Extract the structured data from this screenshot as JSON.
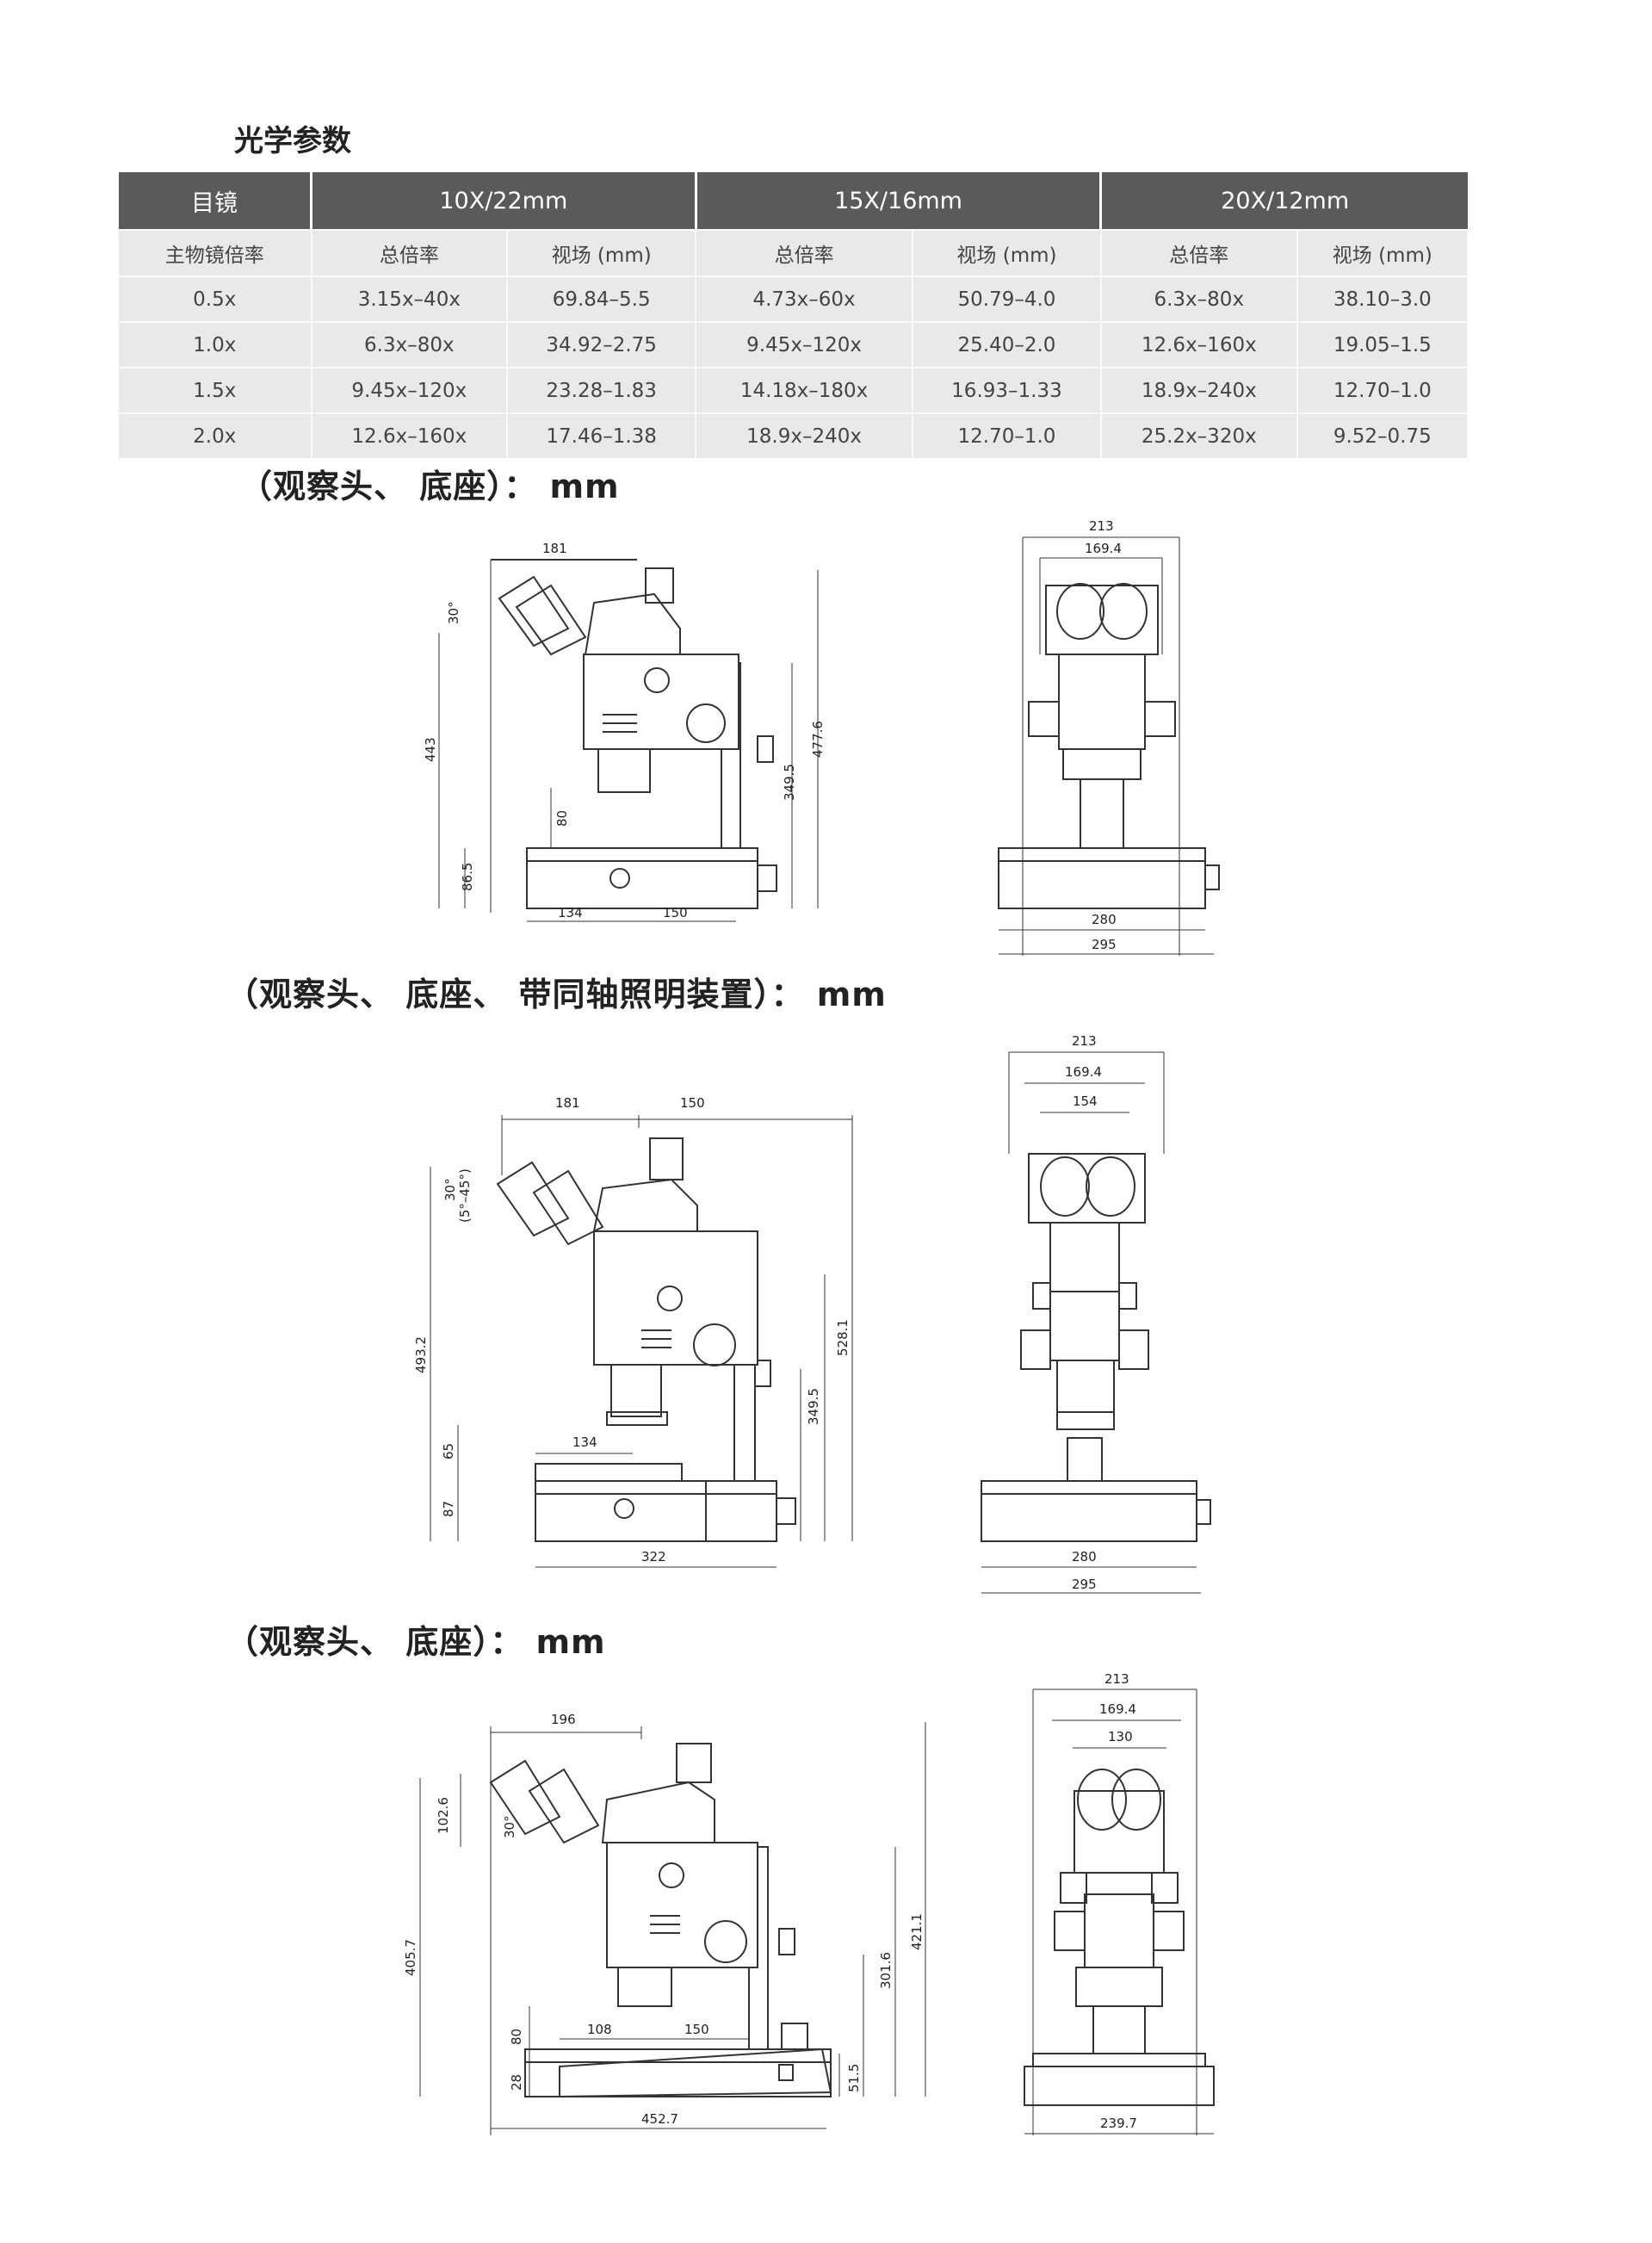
{
  "heading": "光学参数",
  "table": {
    "header": [
      "目镜",
      "10X/22mm",
      "15X/16mm",
      "20X/12mm"
    ],
    "subheader": [
      "主物镜倍率",
      "总倍率",
      "视场 (mm)",
      "总倍率",
      "视场 (mm)",
      "总倍率",
      "视场 (mm)"
    ],
    "rows": [
      [
        "0.5x",
        "3.15x–40x",
        "69.84–5.5",
        "4.73x–60x",
        "50.79–4.0",
        "6.3x–80x",
        "38.10–3.0"
      ],
      [
        "1.0x",
        "6.3x–80x",
        "34.92–2.75",
        "9.45x–120x",
        "25.40–2.0",
        "12.6x–160x",
        "19.05–1.5"
      ],
      [
        "1.5x",
        "9.45x–120x",
        "23.28–1.83",
        "14.18x–180x",
        "16.93–1.33",
        "18.9x–240x",
        "12.70–1.0"
      ],
      [
        "2.0x",
        "12.6x–160x",
        "17.46–1.38",
        "18.9x–240x",
        "12.70–1.0",
        "25.2x–320x",
        "9.52–0.75"
      ]
    ]
  },
  "sections": [
    {
      "title": "（观察头、 底座）： mm",
      "side_dims": [
        "181",
        "30°",
        "443",
        "80",
        "86.5",
        "134",
        "150",
        "349.5",
        "477.6"
      ],
      "front_dims": [
        "213",
        "169.4",
        "280",
        "295"
      ]
    },
    {
      "title": "（观察头、 底座、 带同轴照明装置）： mm",
      "side_dims": [
        "181",
        "150",
        "30°",
        "(5°–45°)",
        "493.2",
        "65",
        "87",
        "134",
        "322",
        "349.5",
        "528.1"
      ],
      "front_dims": [
        "213",
        "169.4",
        "154",
        "280",
        "295"
      ]
    },
    {
      "title": "（观察头、 底座）： mm",
      "side_dims": [
        "196",
        "102.6",
        "30°",
        "405.7",
        "80",
        "28",
        "108",
        "150",
        "452.7",
        "301.6",
        "421.1",
        "51.5"
      ],
      "front_dims": [
        "213",
        "169.4",
        "130",
        "239.7"
      ]
    }
  ]
}
